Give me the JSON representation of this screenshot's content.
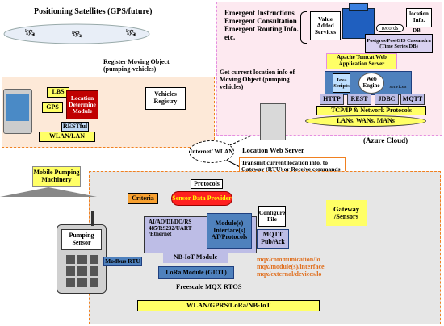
{
  "satellites": {
    "title": "Positioning Satellites (GPS/future)"
  },
  "cloud": {
    "emergency_lines": [
      "Emergent Instructions",
      "Emergent Consultation",
      "Emergent Routing Info.",
      "etc."
    ],
    "value_added": "Value Added Services",
    "location_info": "location Info.",
    "records": "records",
    "db": "DB",
    "postgres": "Postgres/PostGIS Cassandra (Time Series DB)",
    "web_server": "Apache Tomcat Web Application Server",
    "java_scripts": "Java Scripts",
    "web_engine": "Web Engine",
    "services": "services",
    "http": "HTTP",
    "rest": "REST",
    "jdbc": "JDBC",
    "mqtt": "MQTT",
    "tcpip": "TCP/IP & Network Protocols",
    "lans": "LANs, WANs, MANs",
    "label": "(Azure Cloud)"
  },
  "device": {
    "register_label": "Register Moving Object (pumping-vehicles)",
    "lbs": "LBS",
    "gps": "GPS",
    "location_module": "Location Determine Module",
    "restful": "RESTful",
    "wlan_lan": "WLAN/LAN",
    "vehicles_registry": "Vehicles Registry"
  },
  "mid": {
    "get_location": "Get current location info of Moving Object (pumping vehicles)",
    "internet": "Internet/ WLAN",
    "location_web_server": "Location Web Server",
    "transmit": "Transmit current location info. to Gateway (RTU) or Receive commands (REST/HTTP/AT/ Ethernet) from Server"
  },
  "gateway": {
    "mobile_machinery": "Mobile Pumping Machinery",
    "protocols": "Protocols",
    "criteria": "Criteria",
    "sensor_provider": "Sensor Data Provider",
    "gateway_sensors": "Gateway /Sensors",
    "pumping_sensor": "Pumping Sensor",
    "modbus": "Modbus RTU",
    "aio": "AI/AO/DI/DO/RS 485/RS232/UART /Ethernet",
    "modules": "Module(s) Interface(s) AT/Protocols",
    "configure": "Configure File",
    "mqtt_pub": "MQTT Pub/Ack",
    "nbiot": "NB-IoT Module",
    "lora": "LoRa Module (GIOT)",
    "mqx_lines": [
      "mqx/communication/lo",
      "mqx/module(s)/interface",
      "mqx/external/devices/lo"
    ],
    "rtos": "Freescale MQX RTOS",
    "bottom_bar": "WLAN/GPRS/LoRa/NB-IoT"
  },
  "colors": {
    "pink_border": "#e58fe0",
    "orange_border": "#f08020",
    "blue": "#4f81bd",
    "yellow": "#ffff66",
    "red": "#ff2020"
  }
}
